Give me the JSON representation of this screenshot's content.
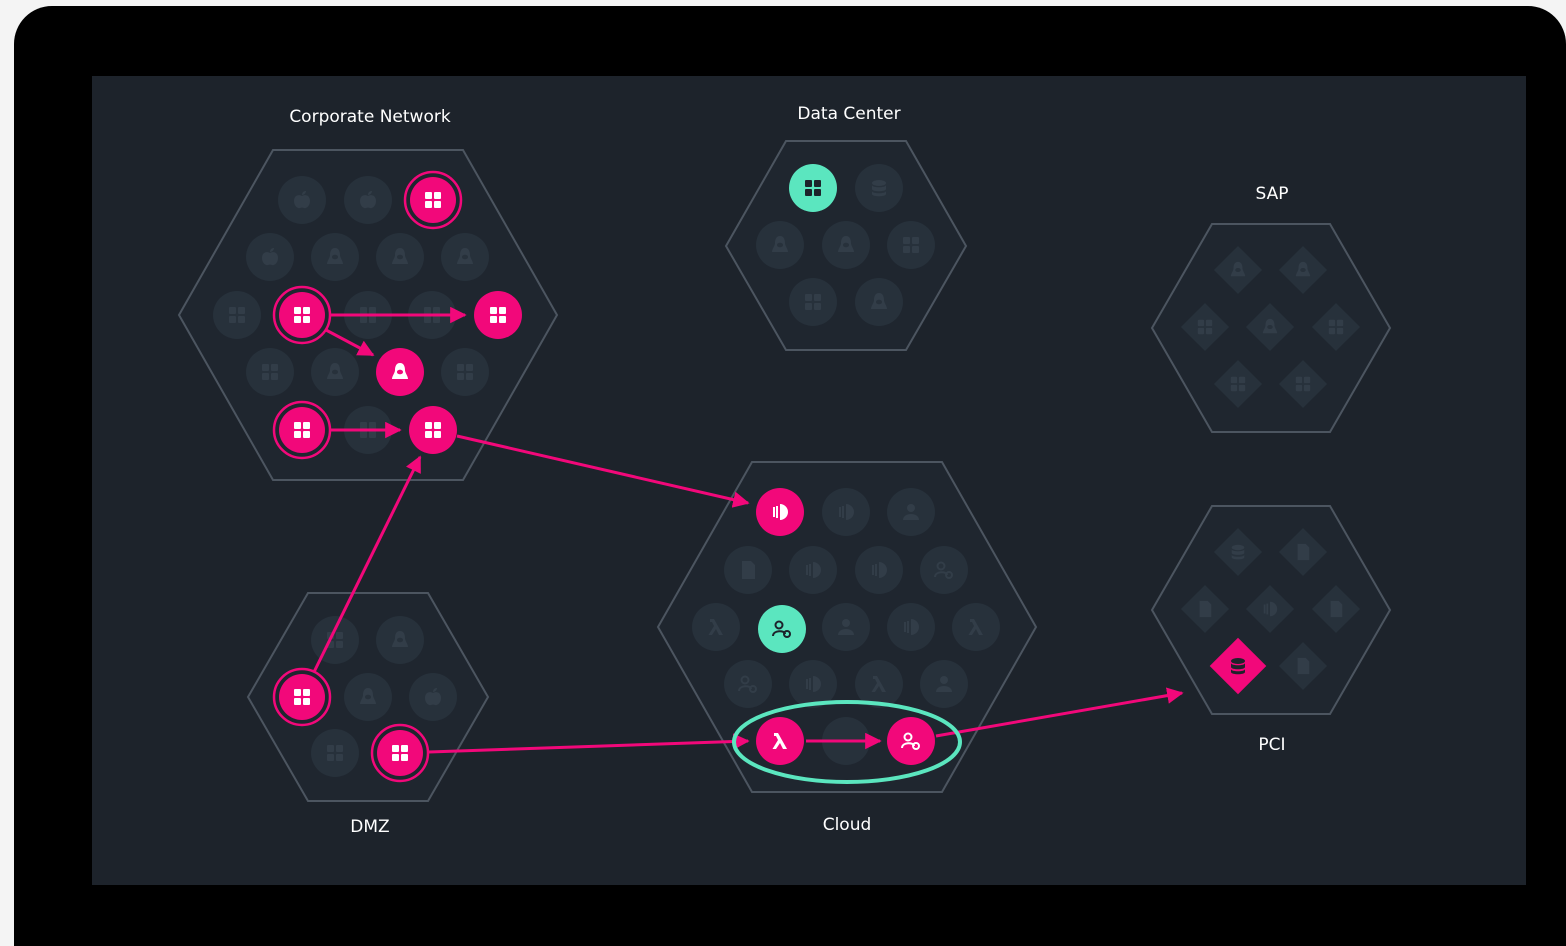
{
  "zones": {
    "corporate": "Corporate Network",
    "datacenter": "Data Center",
    "sap": "SAP",
    "dmz": "DMZ",
    "cloud": "Cloud",
    "pci": "PCI"
  },
  "icons": {
    "windows": "windows-icon",
    "linux": "linux-tux-icon",
    "apple": "apple-icon",
    "database": "database-icon",
    "lambda": "lambda-function-icon",
    "user_gear": "user-settings-icon",
    "user": "user-icon",
    "half_circle": "storage-icon",
    "document": "document-icon"
  },
  "colors": {
    "frame": "#000000",
    "screen": "#1d232b",
    "hex_fill": "#1f262f",
    "hex_stroke": "#4c5560",
    "compromised": "#f2087a",
    "protected": "#5be6bf",
    "inactive": "#27313b",
    "label": "#ffffff"
  }
}
